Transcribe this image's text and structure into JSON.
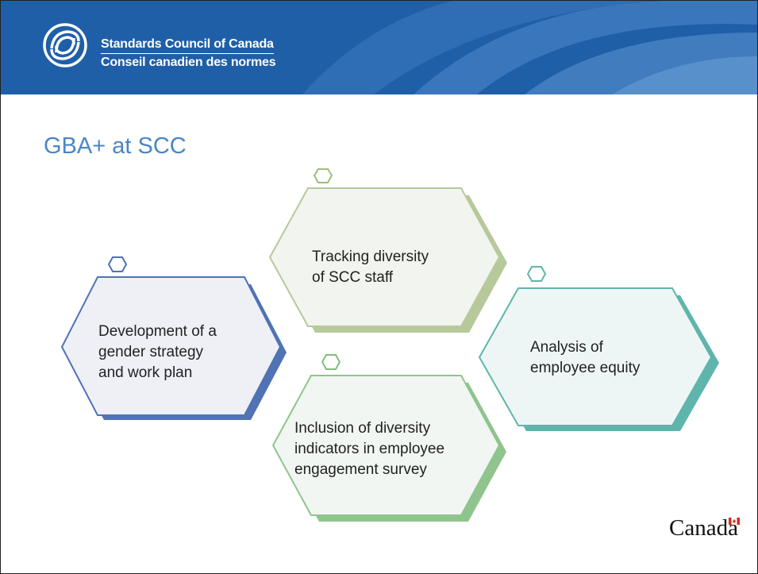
{
  "header": {
    "org_en": "Standards Council of Canada",
    "org_fr": "Conseil canadien des normes"
  },
  "slide": {
    "title": "GBA+ at SCC"
  },
  "items": [
    {
      "text_lines": [
        "Development of a",
        "gender strategy",
        "and work plan"
      ],
      "color": "#4f73b4"
    },
    {
      "text_lines": [
        "Tracking diversity",
        "of SCC staff"
      ],
      "color": "#b7c99a"
    },
    {
      "text_lines": [
        "Inclusion of diversity",
        "indicators in employee",
        "engagement survey"
      ],
      "color": "#8fc48d"
    },
    {
      "text_lines": [
        "Analysis of",
        "employee equity"
      ],
      "color": "#5fb5ac"
    }
  ],
  "footer": {
    "wordmark": "Canada"
  },
  "colors": {
    "banner": "#1f5fa8",
    "title": "#4a86c5"
  }
}
